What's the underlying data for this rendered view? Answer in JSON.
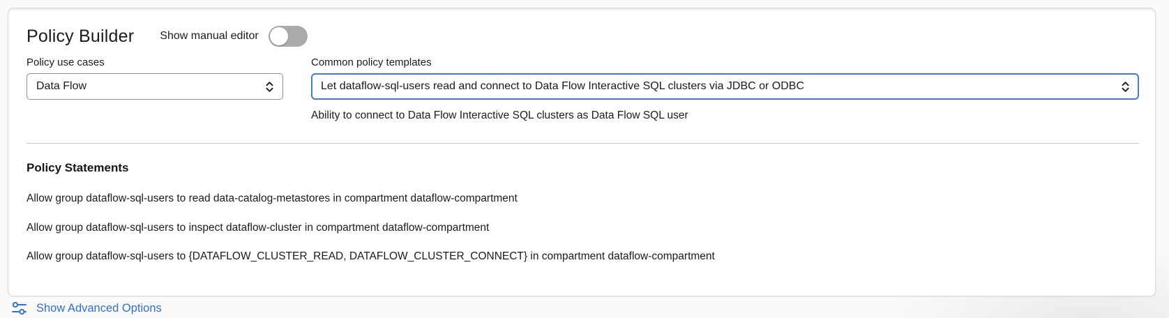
{
  "policy_builder": {
    "title": "Policy Builder",
    "manual_editor": {
      "label": "Show manual editor",
      "state": "off"
    },
    "use_cases": {
      "label": "Policy use cases",
      "selected": "Data Flow"
    },
    "templates": {
      "label": "Common policy templates",
      "selected": "Let dataflow-sql-users read and connect to Data Flow Interactive SQL clusters via JDBC or ODBC",
      "description": "Ability to connect to Data Flow Interactive SQL clusters as Data Flow SQL user"
    },
    "statements": {
      "heading": "Policy Statements",
      "items": [
        "Allow group dataflow-sql-users to read data-catalog-metastores in compartment dataflow-compartment",
        "Allow group dataflow-sql-users to inspect dataflow-cluster in compartment dataflow-compartment",
        "Allow group dataflow-sql-users to {DATAFLOW_CLUSTER_READ, DATAFLOW_CLUSTER_CONNECT} in compartment dataflow-compartment"
      ]
    }
  },
  "footer": {
    "advanced_options_label": "Show Advanced Options"
  },
  "colors": {
    "focus_blue": "#3d7ce0",
    "link_blue": "#2f6fd3",
    "toggle_off": "#ababab"
  }
}
